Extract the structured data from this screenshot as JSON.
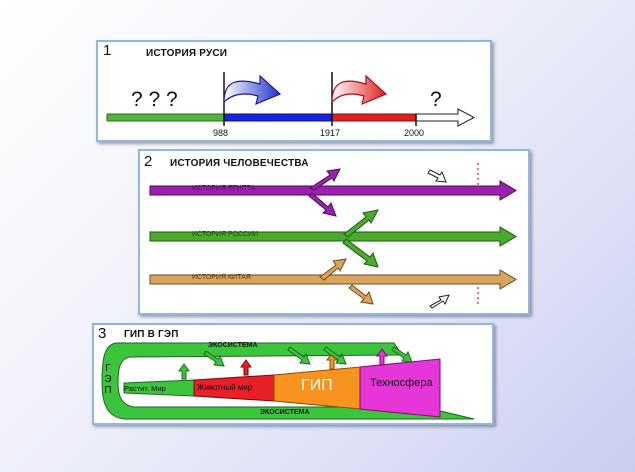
{
  "panel1": {
    "number": "1",
    "title": "ИСТОРИЯ РУСИ",
    "left_question": "? ? ?",
    "right_question": "?",
    "years": [
      "988",
      "1917",
      "2000"
    ]
  },
  "panel2": {
    "number": "2",
    "title": "ИСТОРИЯ ЧЕЛОВЕЧЕСТВА",
    "rows": [
      {
        "label": "ИСТОРИЯ ЕГИПТА",
        "color": "#9c1fb0"
      },
      {
        "label": "ИСТОРИЯ РОССИИ",
        "color": "#4aaa2c"
      },
      {
        "label": "ИСТОРИЯ КИТАЯ",
        "color": "#d9a45e"
      }
    ]
  },
  "panel3": {
    "number": "3",
    "title": "ГИП В ГЭП",
    "vertical_label": "Г Э П",
    "ecosystem_top": "ЭКОСИСТЕМА",
    "ecosystem_bottom": "ЭКОСИСТЕМА",
    "segments": [
      {
        "label": "Растит. Мир",
        "color": "#3cc43c"
      },
      {
        "label": "Животный мир",
        "color": "#e8202a"
      },
      {
        "label": "ГИП",
        "color": "#f7931e"
      },
      {
        "label": "Техносфера",
        "color": "#e636d8"
      }
    ]
  }
}
